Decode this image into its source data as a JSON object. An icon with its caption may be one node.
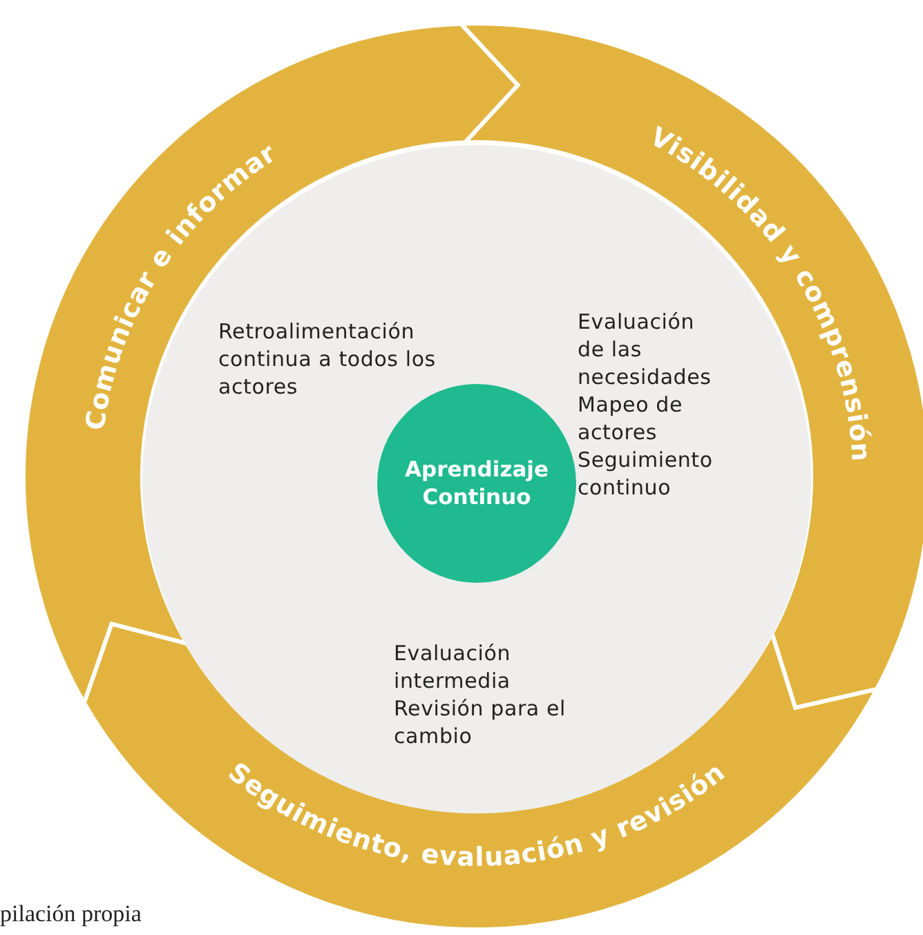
{
  "diagram": {
    "nodes": [
      {
        "text": [
          "Comunicar e informar"
        ]
      },
      {
        "text": [
          "Visibilidad y comprensión"
        ]
      },
      {
        "text": [
          "Seguimiento, evaluación y revisión"
        ]
      },
      {
        "text": [
          "Retroalimentación continua a todos los actores",
          "Evaluación de las necesidades",
          "Mapeo de actores",
          "Seguimiento continuo",
          "Evaluación intermedia",
          "Revisión para el cambio"
        ]
      },
      {
        "text": [
          "Aprendizaje Continuo"
        ],
        "in": 3
      }
    ],
    "labels": [
      "pilación propia"
    ]
  }
}
